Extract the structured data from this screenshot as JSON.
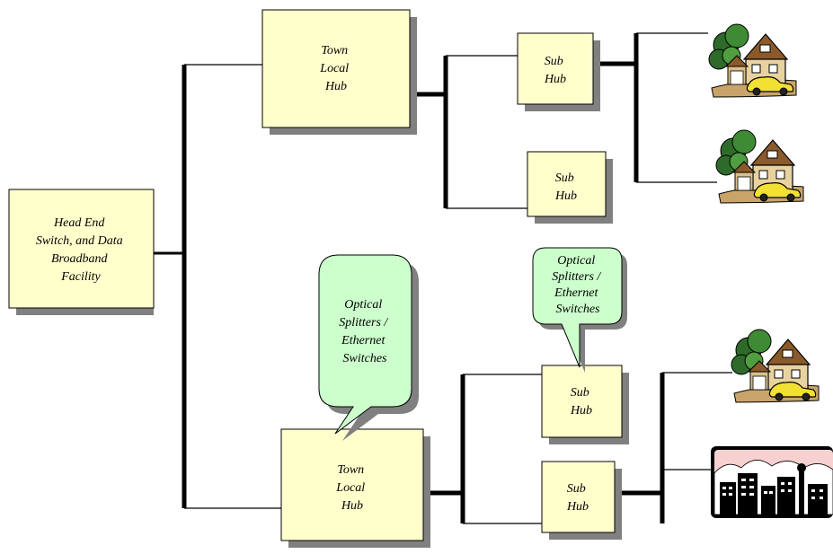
{
  "nodes": {
    "head_end": {
      "lines": [
        "Head End",
        "Switch, and Data",
        "Broadband",
        "Facility"
      ]
    },
    "town_hub_top": {
      "lines": [
        "Town",
        "Local",
        "Hub"
      ]
    },
    "town_hub_bottom": {
      "lines": [
        "Town",
        "Local",
        "Hub"
      ]
    },
    "sub_hub_1": {
      "lines": [
        "Sub",
        "Hub"
      ]
    },
    "sub_hub_2": {
      "lines": [
        "Sub",
        "Hub"
      ]
    },
    "sub_hub_3": {
      "lines": [
        "Sub",
        "Hub"
      ]
    },
    "sub_hub_4": {
      "lines": [
        "Sub",
        "Hub"
      ]
    }
  },
  "callouts": {
    "large": {
      "lines": [
        "Optical",
        "Splitters /",
        "Ethernet",
        "Switches"
      ]
    },
    "small": {
      "lines": [
        "Optical",
        "Splitters /",
        "Ethernet",
        "Switches"
      ]
    }
  },
  "clipart": {
    "house_1": "house-icon",
    "house_2": "house-icon",
    "house_3": "house-icon",
    "city": "city-skyline-icon"
  },
  "colors": {
    "box_fill": "#ffffcc",
    "callout_fill": "#ccffcc",
    "shadow": "#808080",
    "line": "#000000"
  }
}
